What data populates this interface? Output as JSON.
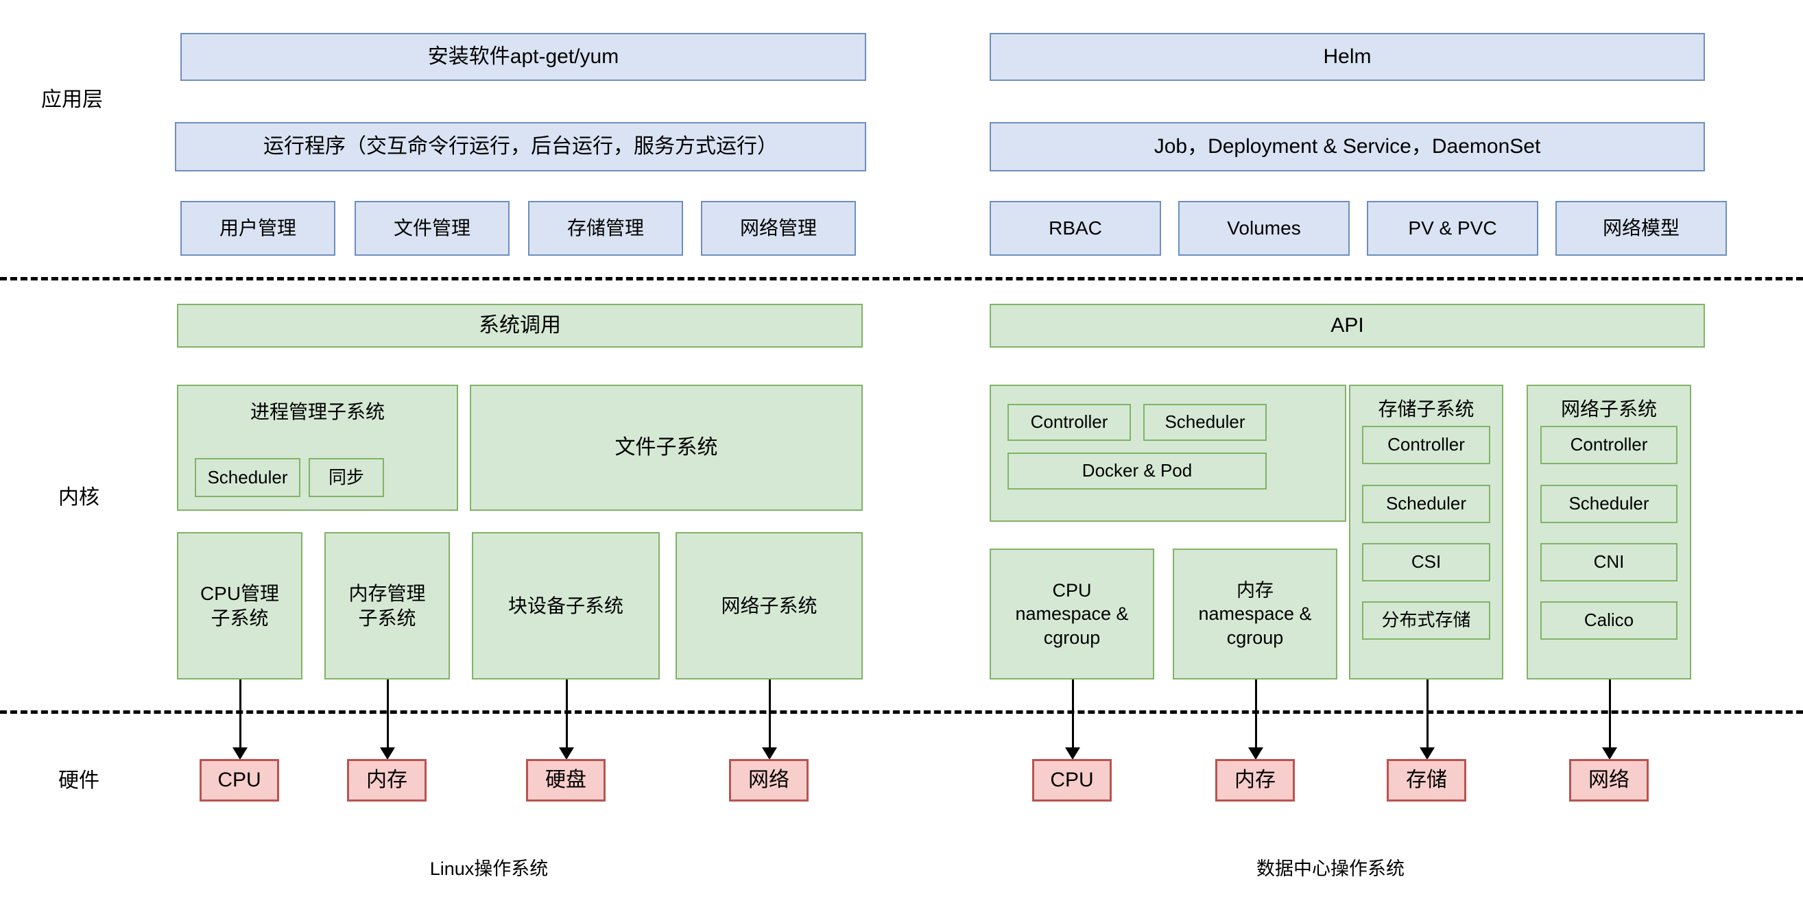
{
  "diagram": {
    "row_labels": [
      {
        "id": "application",
        "label": "应用层"
      },
      {
        "id": "kernel",
        "label": "内核"
      },
      {
        "id": "hardware",
        "label": "硬件"
      }
    ],
    "captions": [
      {
        "id": "left",
        "label": "Linux操作系统"
      },
      {
        "id": "right",
        "label": "数据中心操作系统"
      }
    ],
    "colors": {
      "application_fill": "#dae3f3",
      "application_border": "#6e8fbd",
      "kernel_fill": "#d5e8d4",
      "kernel_border": "#82b366",
      "hardware_fill": "#f8cecc",
      "hardware_border": "#b85450",
      "divider": "#000000"
    },
    "left_column": {
      "application": {
        "banner": "安装软件apt-get/yum",
        "runtime": "运行程序（交互命令行运行，后台运行，服务方式运行）",
        "tiles": [
          "用户管理",
          "文件管理",
          "存储管理",
          "网络管理"
        ]
      },
      "kernel": {
        "api": "系统调用",
        "group_process": {
          "title": "进程管理子系统",
          "items": [
            "Scheduler",
            "同步"
          ]
        },
        "group_file": {
          "title": "文件子系统"
        },
        "subsystems": [
          "CPU管理\n子系统",
          "内存管理\n子系统",
          "块设备子系统",
          "网络子系统"
        ]
      },
      "hardware": [
        "CPU",
        "内存",
        "硬盘",
        "网络"
      ]
    },
    "right_column": {
      "application": {
        "banner": "Helm",
        "runtime": "Job，Deployment & Service，DaemonSet",
        "tiles": [
          "RBAC",
          "Volumes",
          "PV & PVC",
          "网络模型"
        ]
      },
      "kernel": {
        "api": "API",
        "group_control": {
          "items": [
            "Controller",
            "Scheduler"
          ],
          "wide_item": "Docker & Pod"
        },
        "group_storage": {
          "title": "存储子系统",
          "items": [
            "Controller",
            "Scheduler",
            "CSI",
            "分布式存储"
          ]
        },
        "group_network": {
          "title": "网络子系统",
          "items": [
            "Controller",
            "Scheduler",
            "CNI",
            "Calico"
          ]
        },
        "resources": [
          "CPU\nnamespace &\ncgroup",
          "内存\nnamespace &\ncgroup"
        ]
      },
      "hardware": [
        "CPU",
        "内存",
        "存储",
        "网络"
      ]
    }
  }
}
